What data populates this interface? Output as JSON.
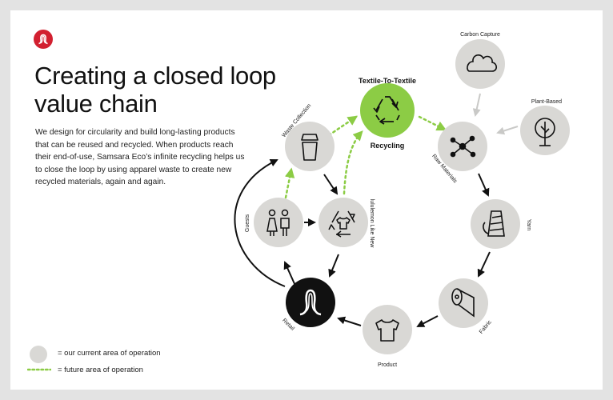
{
  "title": "Creating a closed loop value chain",
  "description": "We design for circularity and build long-lasting products that can be reused and recycled. When products reach their end-of-use, Samsara Eco’s infinite recycling helps us to close the loop by using apparel waste to create new recycled materials, again and again.",
  "nodes": {
    "carbon_capture": "Carbon Capture",
    "plant_based": "Plant-Based",
    "raw_materials": "Raw Materials",
    "yarn": "Yarn",
    "fabric": "Fabric",
    "product": "Product",
    "retail": "Retail",
    "guests": "Guests",
    "like_new": "lululemon Like New",
    "waste_collection": "Waste Collection",
    "textile_top": "Textile-To-Textile",
    "textile_bottom": "Recycling"
  },
  "legend": {
    "current": "= our current area of operation",
    "future": "= future area of operation"
  },
  "colors": {
    "node_fill": "#d9d8d5",
    "highlight_fill": "#8ccc45",
    "future_dots": "#8ccc45",
    "logo_red": "#d22030"
  },
  "icons": {
    "logo": "lululemon-logo-icon",
    "carbon_capture": "cloud-icon",
    "plant_based": "tree-icon",
    "raw_materials": "molecule-icon",
    "yarn": "yarn-spool-icon",
    "fabric": "fabric-roll-icon",
    "product": "tshirt-icon",
    "retail": "lululemon-logo-icon",
    "guests": "people-icon",
    "like_new": "recycle-shirt-icon",
    "waste_collection": "trash-bin-icon",
    "textile": "recycle-icon"
  }
}
